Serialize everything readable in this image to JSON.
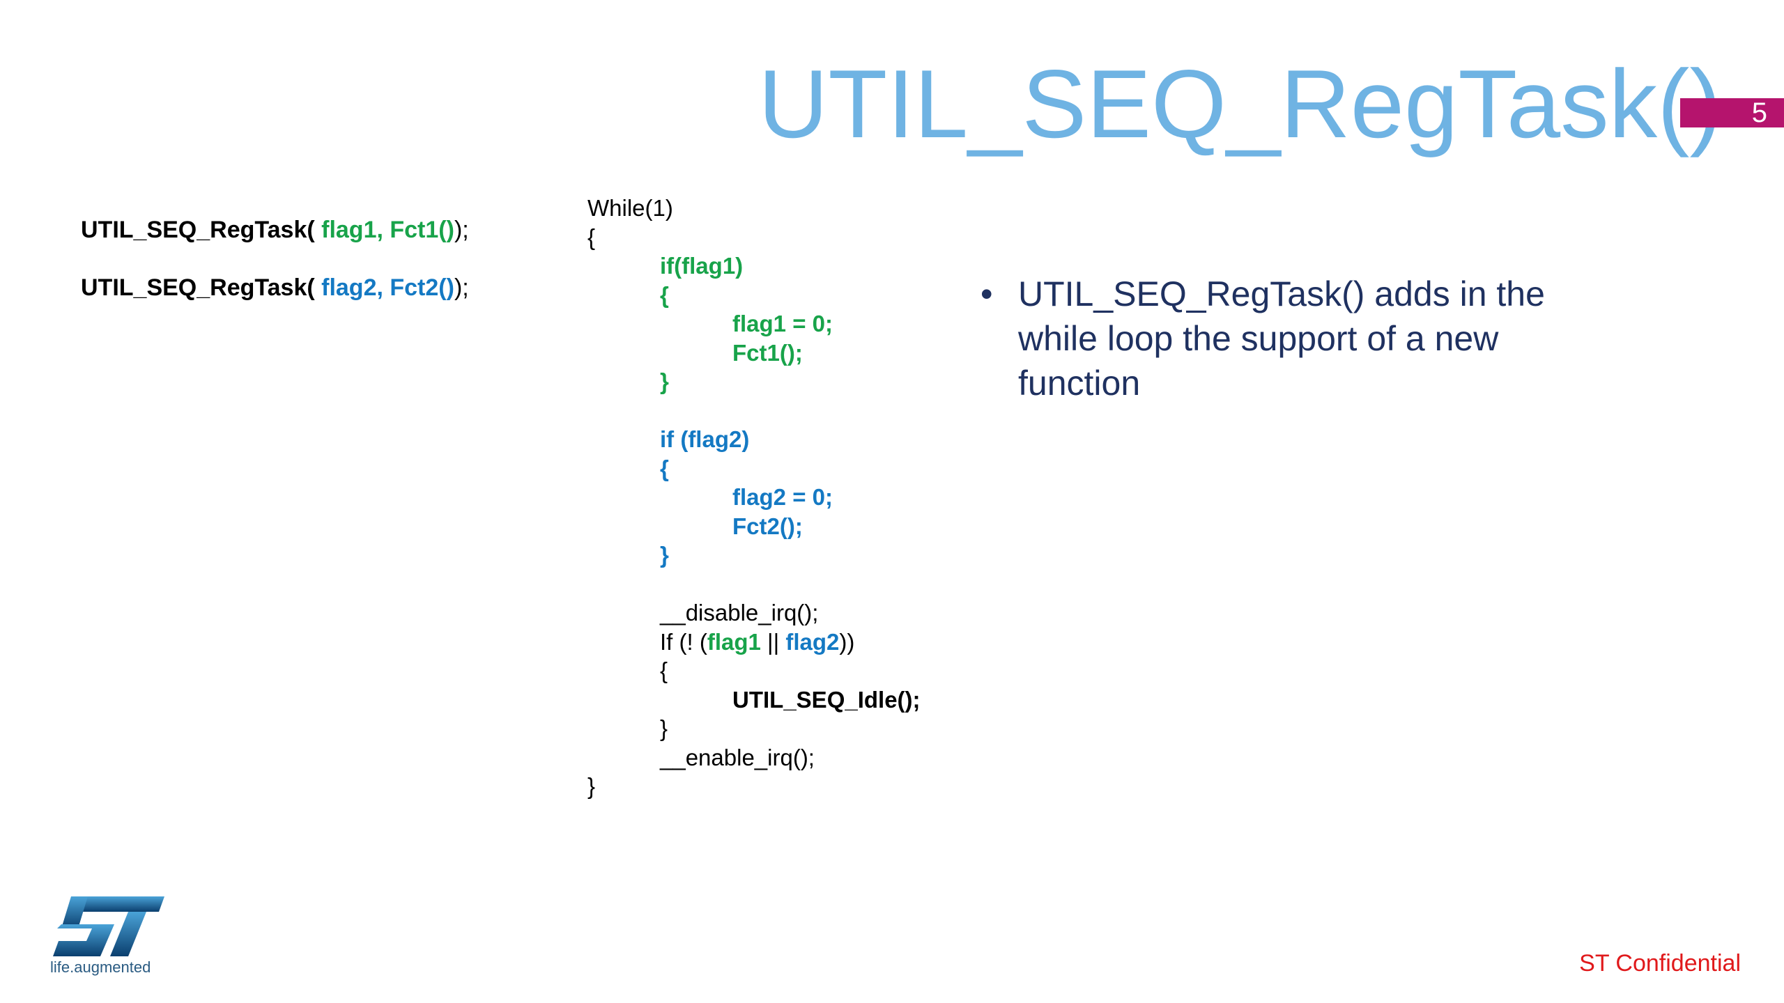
{
  "slide": {
    "title": "UTIL_SEQ_RegTask()",
    "page_number": "5",
    "confidential": "ST Confidential",
    "logo_text": "life.augmented",
    "colors": {
      "title": "#6fb3e3",
      "badge": "#b5146d",
      "flag1": "#18a34a",
      "flag2": "#1479c3",
      "confidential": "#e0191b"
    }
  },
  "registrations": [
    {
      "call": "UTIL_SEQ_RegTask(",
      "args": " flag1, Fct1()",
      "close": ");"
    },
    {
      "call": "UTIL_SEQ_RegTask(",
      "args": " flag2, Fct2()",
      "close": ");"
    }
  ],
  "code": {
    "l1": "While(1)",
    "l2": "{",
    "l3": "if(flag1)",
    "l4": "{",
    "l5": "flag1 = 0;",
    "l6": "Fct1();",
    "l7": "}",
    "l9": "if (flag2)",
    "l10": "{",
    "l11": "flag2 = 0;",
    "l12": "Fct2();",
    "l13": "}",
    "l15": "__disable_irq();",
    "l16a": "If (! (",
    "l16b": "flag1",
    "l16c": " || ",
    "l16d": "flag2",
    "l16e": "))",
    "l17": "{",
    "l18": "UTIL_SEQ_Idle();",
    "l19": "}",
    "l20": "__enable_irq();",
    "l21": "}"
  },
  "bullet": {
    "marker": "•",
    "text": "UTIL_SEQ_RegTask() adds in the while loop the support of a new function"
  }
}
